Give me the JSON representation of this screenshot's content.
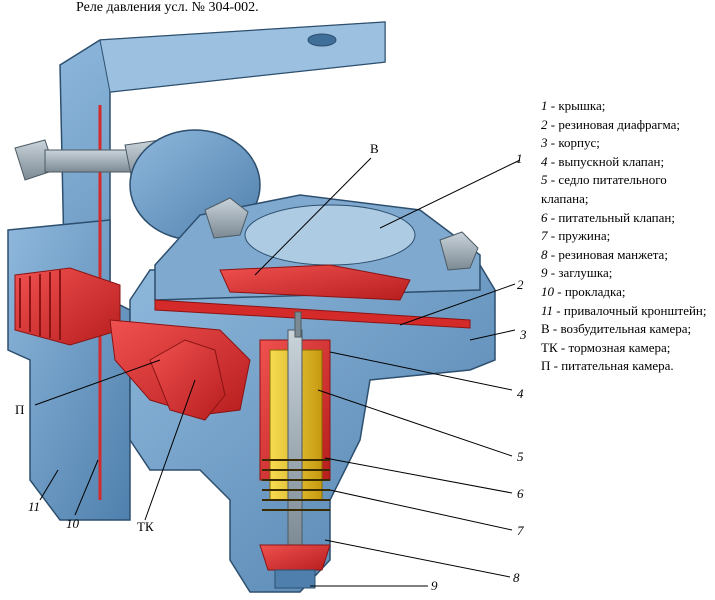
{
  "title": "Реле давления усл. № 304-002.",
  "callouts": {
    "v": "В",
    "p": "П",
    "tk": "ТК",
    "n1": "1",
    "n2": "2",
    "n3": "3",
    "n4": "4",
    "n5": "5",
    "n6": "6",
    "n7": "7",
    "n8": "8",
    "n9": "9",
    "n10": "10",
    "n11": "11"
  },
  "legend": [
    {
      "num": "1",
      "text": " - крышка;"
    },
    {
      "num": "2",
      "text": " - резиновая диафрагма;"
    },
    {
      "num": "3",
      "text": " - корпус;"
    },
    {
      "num": "4",
      "text": " - выпускной клапан;"
    },
    {
      "num": "5",
      "text": " - седло питательного клапана;"
    },
    {
      "num": "6",
      "text": " - питательный клапан;"
    },
    {
      "num": "7",
      "text": " - пружина;"
    },
    {
      "num": "8",
      "text": " - резиновая манжета;"
    },
    {
      "num": "9",
      "text": " - заглушка;"
    },
    {
      "num": "10",
      "text": " - прокладка;"
    },
    {
      "num": "11",
      "text": " - привалочный кронштейн;"
    },
    {
      "num": "В",
      "text": " - возбудительная камера;"
    },
    {
      "num": "ТК",
      "text": " - тормозная камера;"
    },
    {
      "num": "П",
      "text": " - питательная камера."
    }
  ],
  "colors": {
    "body_blue": "#6f9ec9",
    "body_dark": "#3f6f99",
    "chamber_red": "#e0312f",
    "chamber_dark": "#a81b1b",
    "brass": "#e8c01e",
    "bolt_gray": "#9aa7b0"
  }
}
